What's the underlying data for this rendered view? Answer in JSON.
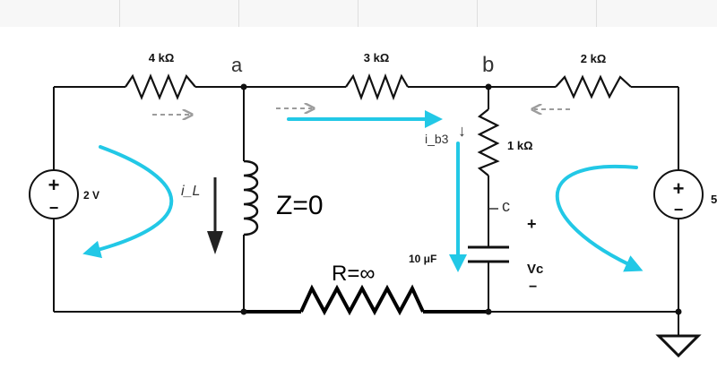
{
  "circuit": {
    "resistors": {
      "r_left": "4 kΩ",
      "r_mid": "3 kΩ",
      "r_right": "2 kΩ",
      "r_vertical": "1 kΩ",
      "r_bottom": "R=∞"
    },
    "sources": {
      "left_source_value": "2 V",
      "left_source_plus": "+",
      "left_source_minus": "−",
      "right_source_plus": "+",
      "right_source_minus": "−",
      "right_source_value_partial": "5"
    },
    "capacitor": {
      "value": "10 μF",
      "voltage_label": "Vc",
      "plus_sign": "+",
      "minus_sign": "−"
    },
    "inductor": {
      "current_label": "i_L",
      "impedance_note": "Z=0"
    },
    "handwritten_nodes": {
      "node_a": "a",
      "node_b": "b",
      "node_c": "c",
      "current_b3": "i_b3",
      "current_b3_arrow": "↓"
    }
  },
  "colors": {
    "wire": "#111111",
    "annotation": "#22c8e6",
    "dashed_arrows": "#9c9c9c"
  }
}
